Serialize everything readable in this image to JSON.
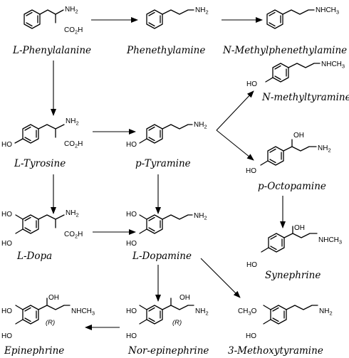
{
  "compounds": {
    "phenylalanine": {
      "name": "L-Phenylalanine",
      "groups": [
        "NH2",
        "CO2H"
      ]
    },
    "phenethylamine": {
      "name": "Phenethylamine",
      "groups": [
        "NH2"
      ]
    },
    "n_methylphenethylamine": {
      "name": "N-Methylphenethylamine",
      "groups": [
        "NHCH3"
      ]
    },
    "tyrosine": {
      "name": "L-Tyrosine",
      "groups": [
        "HO",
        "NH2",
        "CO2H"
      ]
    },
    "p_tyramine": {
      "name": "p-Tyramine",
      "groups": [
        "HO",
        "NH2"
      ]
    },
    "n_methyltyramine": {
      "name": "N-methyltyramine",
      "groups": [
        "HO",
        "NHCH3"
      ]
    },
    "p_octopamine": {
      "name": "p-Octopamine",
      "groups": [
        "HO",
        "OH",
        "NH2"
      ]
    },
    "dopa": {
      "name": "L-Dopa",
      "groups": [
        "HO",
        "HO",
        "NH2",
        "CO2H"
      ]
    },
    "dopamine": {
      "name": "L-Dopamine",
      "groups": [
        "HO",
        "HO",
        "NH2"
      ]
    },
    "synephrine": {
      "name": "Synephrine",
      "groups": [
        "HO",
        "OH",
        "NHCH3"
      ]
    },
    "epinephrine": {
      "name": "Epinephrine",
      "groups": [
        "HO",
        "HO",
        "OH",
        "NHCH3"
      ],
      "stereo": "(R)"
    },
    "norepinephrine": {
      "name": "Nor-epinephrine",
      "groups": [
        "HO",
        "HO",
        "OH",
        "NH2"
      ],
      "stereo": "(R)"
    },
    "methoxytyramine": {
      "name": "3-Methoxytyramine",
      "groups": [
        "CH3O",
        "HO",
        "NH2"
      ]
    }
  },
  "conversions": [
    [
      "L-Phenylalanine",
      "Phenethylamine"
    ],
    [
      "Phenethylamine",
      "N-Methylphenethylamine"
    ],
    [
      "L-Phenylalanine",
      "L-Tyrosine"
    ],
    [
      "L-Tyrosine",
      "p-Tyramine"
    ],
    [
      "p-Tyramine",
      "N-methyltyramine"
    ],
    [
      "p-Tyramine",
      "p-Octopamine"
    ],
    [
      "L-Tyrosine",
      "L-Dopa"
    ],
    [
      "p-Tyramine",
      "L-Dopamine"
    ],
    [
      "L-Dopa",
      "L-Dopamine"
    ],
    [
      "p-Octopamine",
      "Synephrine"
    ],
    [
      "L-Dopamine",
      "Nor-epinephrine"
    ],
    [
      "L-Dopamine",
      "3-Methoxytyramine"
    ],
    [
      "Nor-epinephrine",
      "Epinephrine"
    ]
  ]
}
